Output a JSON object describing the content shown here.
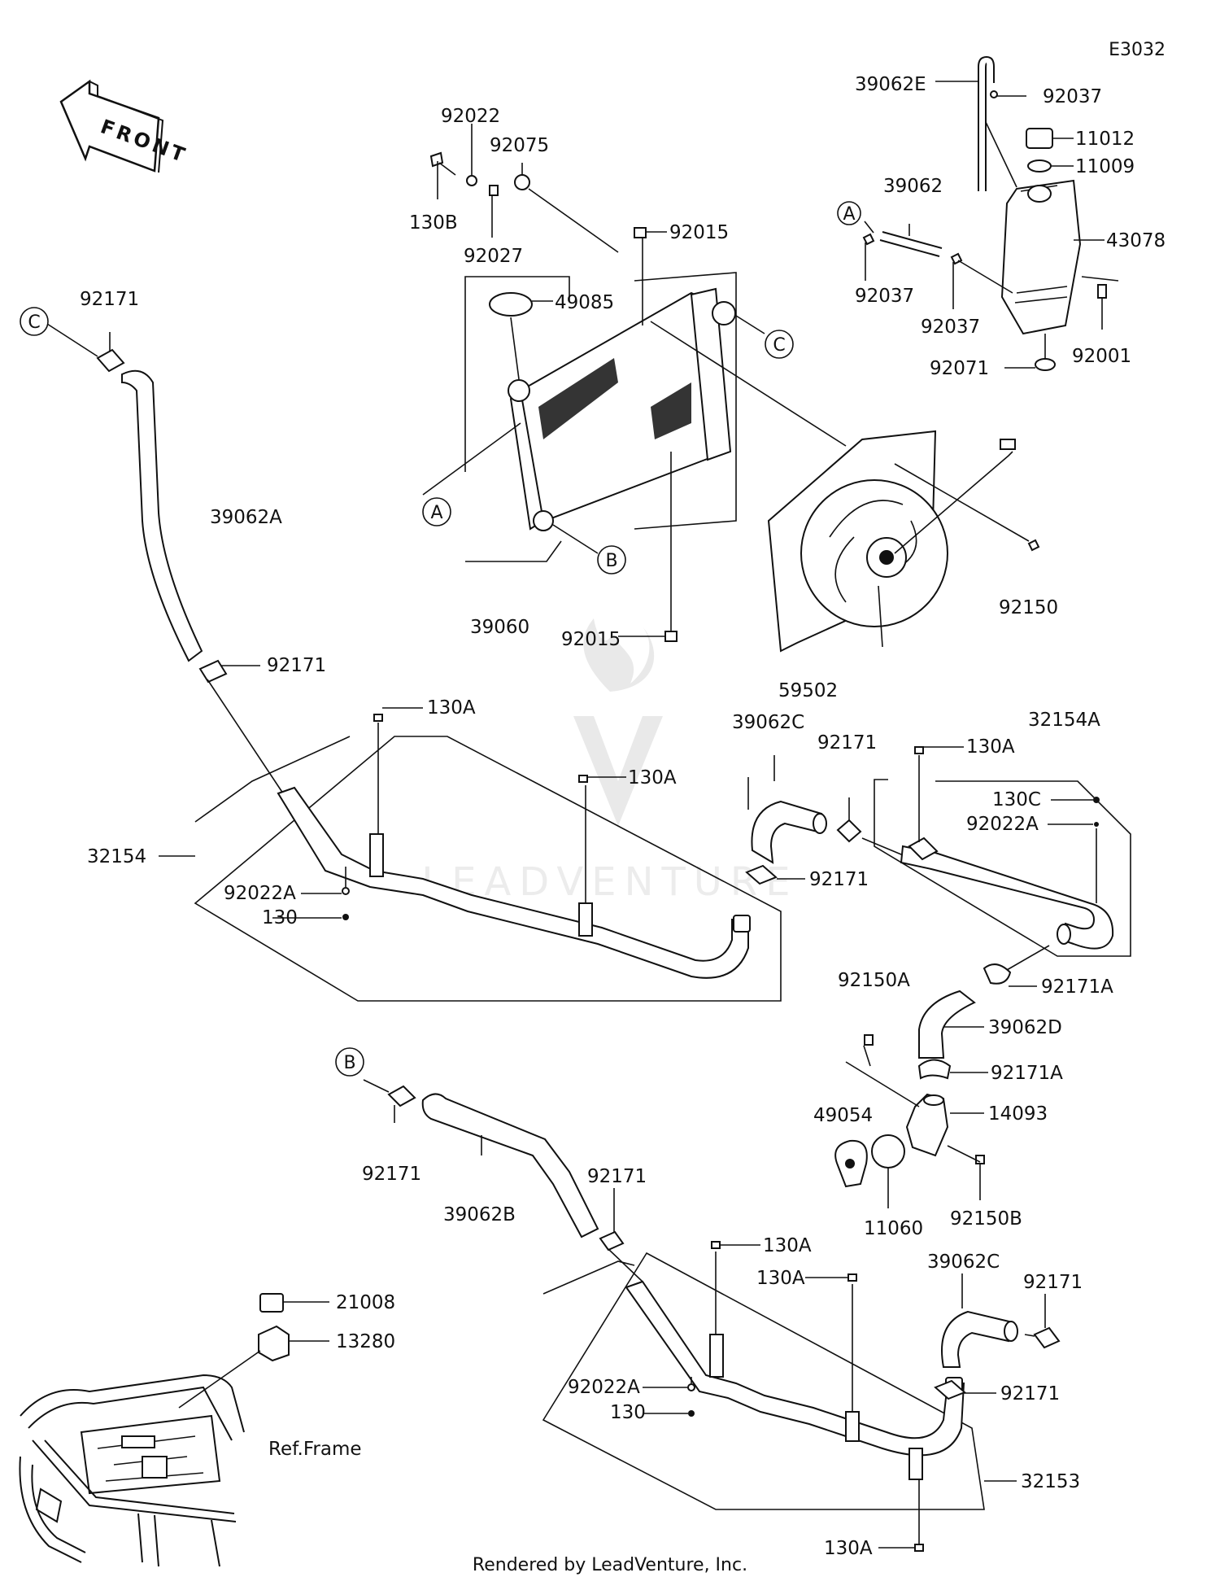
{
  "diagram_code": "E3032",
  "direction_label": "FRONT",
  "footer": "Rendered by LeadVenture, Inc.",
  "watermark": "LEADVENTURE",
  "callouts": [
    "A",
    "B",
    "C"
  ],
  "parts": {
    "p39062E": "39062E",
    "p92037_top": "92037",
    "p11012": "11012",
    "p11009": "11009",
    "p43078": "43078",
    "p39062": "39062",
    "p92037_left": "92037",
    "p92037_mid": "92037",
    "p92001": "92001",
    "p92071": "92071",
    "p92022": "92022",
    "p92075": "92075",
    "p130B": "130B",
    "p92027": "92027",
    "p92015_top": "92015",
    "p49085": "49085",
    "p92171_c": "92171",
    "p39062A": "39062A",
    "p39060": "39060",
    "p92015_bot": "92015",
    "p59502": "59502",
    "p92150": "92150",
    "p92171_a": "92171",
    "p130A_1": "130A",
    "p130A_2": "130A",
    "p39062C_top": "39062C",
    "p92171_c2": "92171",
    "p130A_3": "130A",
    "p32154A": "32154A",
    "p130C": "130C",
    "p92022A_r": "92022A",
    "p32154": "32154",
    "p92022A_l": "92022A",
    "p130_l": "130",
    "p92171_d": "92171",
    "p92171A_1": "92171A",
    "p92150A": "92150A",
    "p39062D": "39062D",
    "p92171A_2": "92171A",
    "p49054": "49054",
    "p14093": "14093",
    "p11060": "11060",
    "p92150B": "92150B",
    "p92171_b": "92171",
    "p39062B": "39062B",
    "p92171_e": "92171",
    "p130A_4": "130A",
    "p130A_5": "130A",
    "p39062C_bot": "39062C",
    "p92171_f": "92171",
    "p21008": "21008",
    "p13280": "13280",
    "pRefFrame": "Ref.Frame",
    "p92022A_b": "92022A",
    "p130_b": "130",
    "p92171_g": "92171",
    "p32153": "32153",
    "p130A_6": "130A"
  }
}
